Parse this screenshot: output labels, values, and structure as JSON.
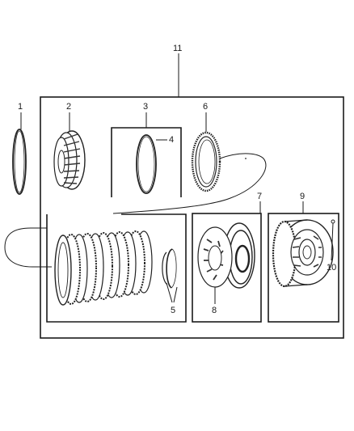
{
  "diagram": {
    "title": "",
    "callouts": {
      "c1": "1",
      "c2": "2",
      "c3": "3",
      "c4": "4",
      "c5": "5",
      "c6": "6",
      "c7": "7",
      "c8": "8",
      "c9": "9",
      "c10": "10",
      "c11": "11"
    }
  }
}
